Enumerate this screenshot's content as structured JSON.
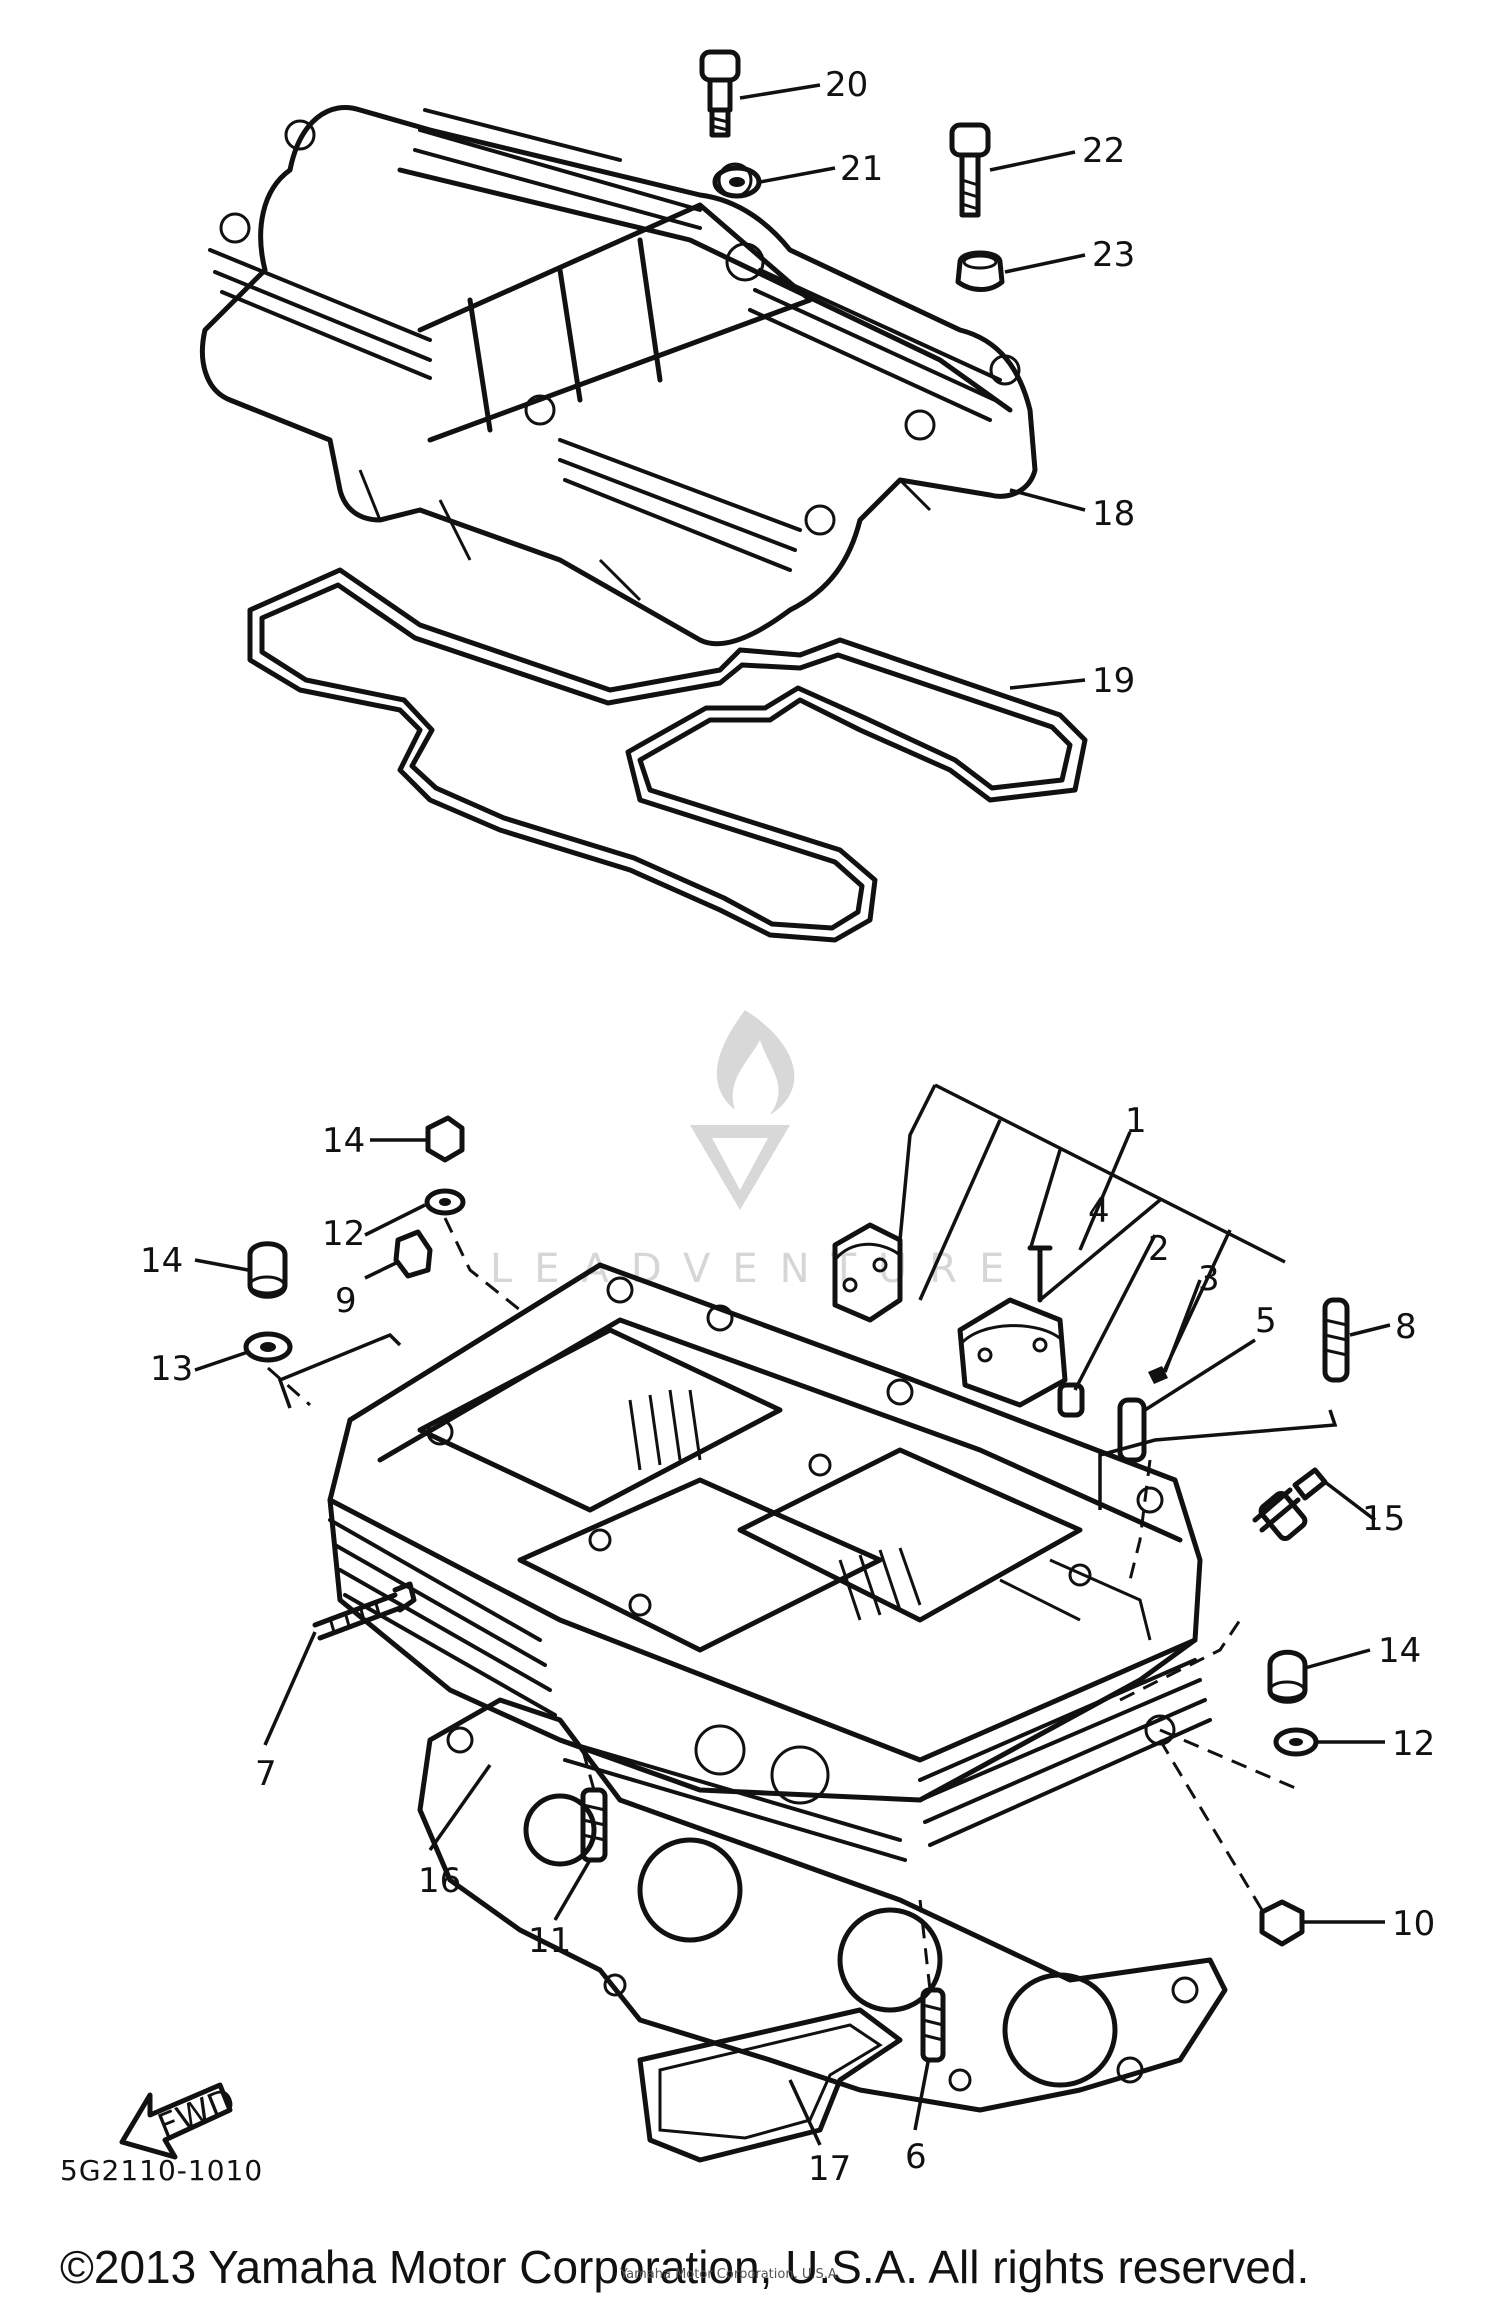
{
  "diagram": {
    "part_labels": [
      "1",
      "2",
      "3",
      "4",
      "5",
      "6",
      "7",
      "8",
      "9",
      "10",
      "11",
      "12",
      "13",
      "14",
      "15",
      "16",
      "17",
      "18",
      "19",
      "20",
      "21",
      "22",
      "23"
    ],
    "labels": {
      "l20": "20",
      "l21": "21",
      "l22": "22",
      "l23": "23",
      "l18": "18",
      "l19": "19",
      "l1": "1",
      "l4": "4",
      "l2": "2",
      "l3": "3",
      "l5": "5",
      "l8": "8",
      "l14a": "14",
      "l12a": "12",
      "l14b": "14",
      "l9": "9",
      "l13": "13",
      "l15": "15",
      "l14c": "14",
      "l12b": "12",
      "l7": "7",
      "l16": "16",
      "l11": "11",
      "l10": "10",
      "l6": "6",
      "l17": "17"
    },
    "fwd_arrow_text": "FWD",
    "drawing_code": "5G2110-1010",
    "watermark_text": "LEADVENTURE"
  },
  "footer": {
    "copyright": "©2013 Yamaha Motor Corporation, U.S.A. All rights reserved.",
    "watermark_sub": "Yamaha Motor Corporation, U.S.A."
  },
  "colors": {
    "ink": "#111111",
    "background": "#ffffff",
    "watermark": "#d8d8d8"
  }
}
